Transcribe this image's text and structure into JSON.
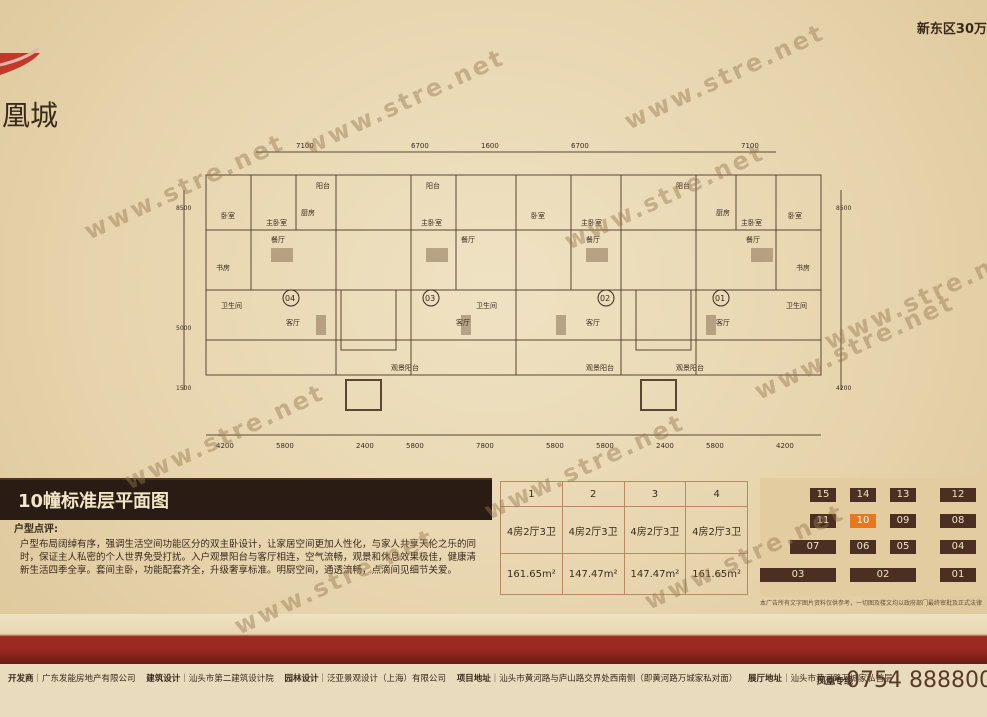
{
  "header": {
    "logo_text": "凰城",
    "top_right_text": "新东区30万"
  },
  "plan": {
    "top_dims": [
      "7100",
      "6700",
      "1600",
      "6700",
      "7100"
    ],
    "bottom_dims": [
      "4200",
      "5800",
      "2400",
      "5800",
      "7800",
      "5800",
      "5800",
      "2400",
      "5800",
      "4200"
    ],
    "left_dims": [
      "8500",
      "5000",
      "1500"
    ],
    "right_dims": [
      "8500",
      "4200"
    ],
    "unit_markers": [
      "04",
      "03",
      "02",
      "01"
    ],
    "room_labels": {
      "balcony": "阳台",
      "bedroom": "卧室",
      "master": "主卧室",
      "kitchen": "厨房",
      "dining": "餐厅",
      "living": "客厅",
      "bath": "卫生间",
      "study": "书房",
      "view_balcony": "观景阳台"
    }
  },
  "title": "10幢标准层平面图",
  "description": {
    "heading": "户型点评:",
    "body": "户型布局阔绰有序，强调生活空间功能区分的双主卧设计，让家居空间更加人性化，与家人共享天伦之乐的同时，保证主人私密的个人世界免受打扰。入户观景阳台与客厅相连，空气流畅，观景和休息效果极佳，健康清新生活四季全享。套间主卧，功能配套齐全，升级奢享标准。明厨空间，通透流畅，点滴间见细节关爱。"
  },
  "unit_table": {
    "headers": [
      "1",
      "2",
      "3",
      "4"
    ],
    "layouts": [
      "4房2厅3卫",
      "4房2厅3卫",
      "4房2厅3卫",
      "4房2厅3卫"
    ],
    "areas": [
      "161.65m²",
      "147.47m²",
      "147.47m²",
      "161.65m²"
    ]
  },
  "site_plan": {
    "blocks": [
      "15",
      "14",
      "13",
      "12",
      "11",
      "10",
      "09",
      "08",
      "07",
      "06",
      "05",
      "04",
      "03",
      "02",
      "01"
    ],
    "highlight": "10",
    "highlight_color": "#e87820"
  },
  "disclaimer": "本广告所有文字图片资料仅供参考，一切图及楼文均以政府部门最终审批及正式法律",
  "footer": {
    "developer_label": "开发商",
    "developer": "广东发能房地产有限公司",
    "arch_label": "建筑设计",
    "arch": "汕头市第二建筑设计院",
    "landscape_label": "园林设计",
    "landscape": "泛亚景观设计（上海）有限公司",
    "project_label": "项目地址",
    "project": "汕头市黄河路与庐山路交界处西南侧（即黄河路万城家私对面）",
    "showroom_label": "展厅地址",
    "showroom": "汕头市黄河路万城家私首层",
    "hotline_label": "凤凰专线",
    "hotline": "0754 888800"
  },
  "watermark": "www.stre.net",
  "colors": {
    "paper": "#ead9b5",
    "dark_band": "#2a1c14",
    "red_band": "#9b2a22",
    "ink": "#3a2a1c"
  }
}
